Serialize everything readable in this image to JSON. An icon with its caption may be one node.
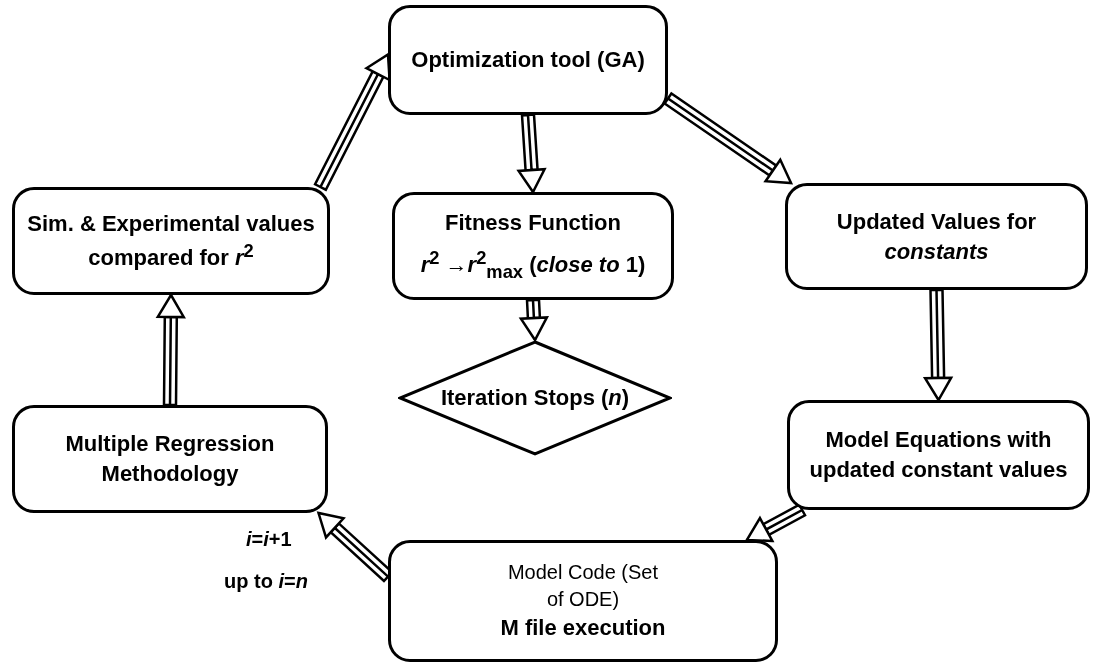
{
  "diagram": {
    "nodes": [
      {
        "text": [
          "Optimization tool (GA)"
        ]
      },
      {
        "text": [
          "Fitness Function",
          "*r*$^{2}$ →*r*$^{2}$$_{max}$ (*close to* 1)"
        ]
      },
      {
        "text": [
          "Iteration Stops (*n*)"
        ]
      },
      {
        "text": [
          "Updated Values for *constants*"
        ]
      },
      {
        "text": [
          "Model Equations with updated constant values"
        ]
      },
      {
        "text": [
          "Model Code (Set of ODE)",
          "M file execution"
        ]
      },
      {
        "text": [
          "Multiple Regression Methodology"
        ]
      },
      {
        "text": [
          "Sim. & Experimental values compared for *r*$^{2}$"
        ]
      }
    ],
    "edges": [
      {
        "from": 0,
        "to": 1,
        "arrow": "to"
      },
      {
        "from": 1,
        "to": 2,
        "arrow": "to"
      },
      {
        "from": 0,
        "to": 3,
        "arrow": "to"
      },
      {
        "from": 3,
        "to": 4,
        "arrow": "to"
      },
      {
        "from": 4,
        "to": 5,
        "arrow": "to"
      },
      {
        "from": 5,
        "to": 6,
        "arrow": "to"
      },
      {
        "from": 6,
        "to": 7,
        "arrow": "to"
      },
      {
        "from": 7,
        "to": 0,
        "arrow": "to"
      }
    ],
    "labels": [
      "*i*=*i*+1",
      "up to *i*=*n*"
    ]
  }
}
